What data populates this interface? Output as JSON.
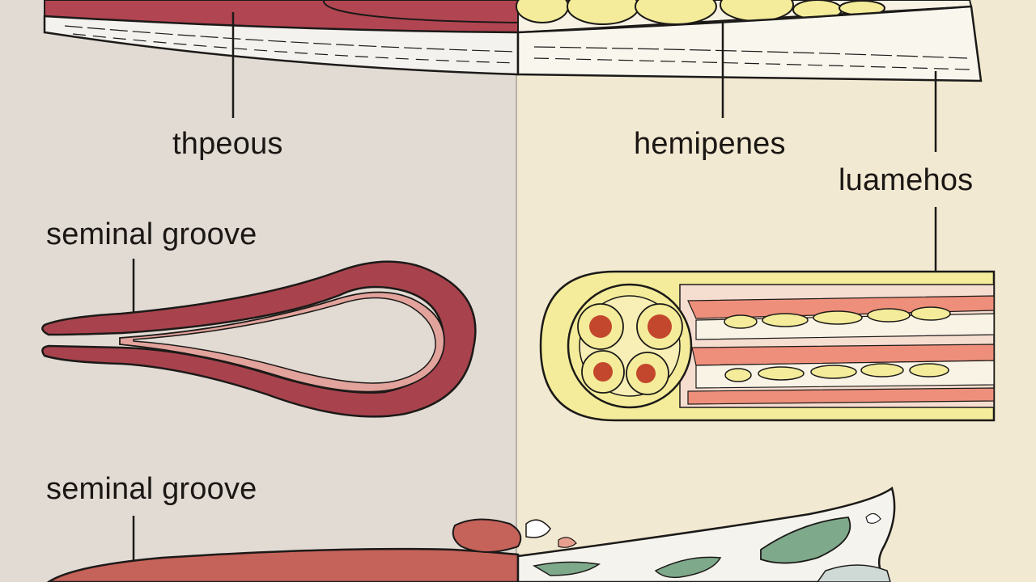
{
  "labels": {
    "thpeous": "thpeous",
    "hemipenes": "hemipenes",
    "luamehos": "luamehos",
    "seminal_groove_top": "seminal groove",
    "seminal_groove_bottom": "seminal groove"
  },
  "colors": {
    "left_background": "#e2dbd4",
    "right_background": "#f2e9d2",
    "muscle_red": "#a8434d",
    "muscle_pink": "#e2a39c",
    "fat_yellow": "#f4ec9a",
    "tissue_green": "#7fa98b",
    "outline": "#1c1a18"
  }
}
